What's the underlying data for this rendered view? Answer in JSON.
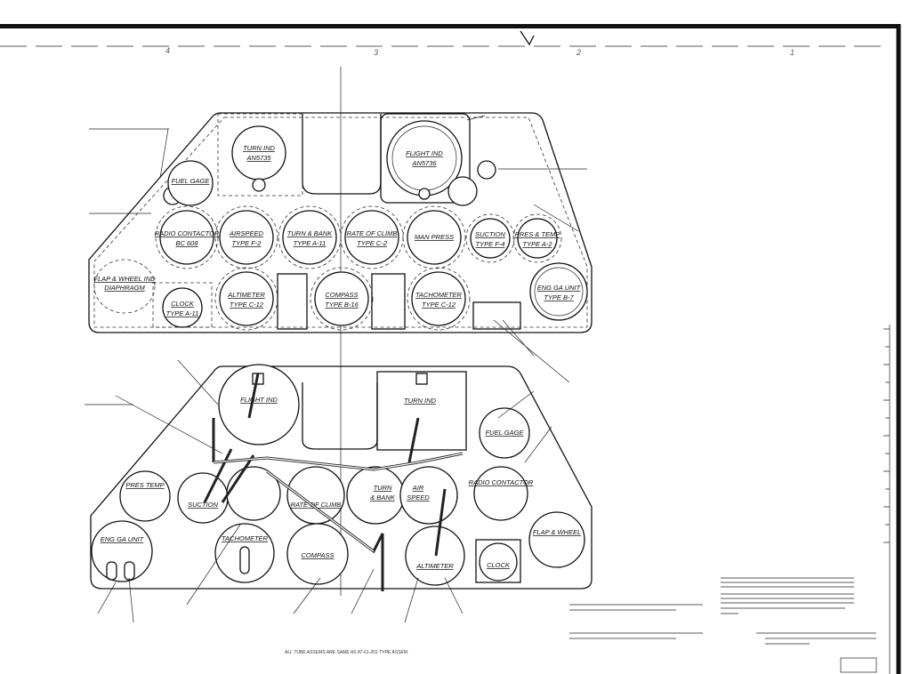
{
  "drawing": {
    "zones": [
      "4",
      "3",
      "2",
      "1"
    ],
    "upper_panel": {
      "turn_ind": [
        "TURN IND",
        "AN5735"
      ],
      "flight_ind": [
        "FLIGHT IND",
        "AN5736"
      ],
      "fuel_gage": "FUEL GAGE",
      "radio_contactor": [
        "RADIO CONTACTOR",
        "BC 608"
      ],
      "airspeed": [
        "AIRSPEED",
        "TYPE F-2"
      ],
      "turn_bank": [
        "TURN & BANK",
        "TYPE A-11"
      ],
      "rate_of_climb": [
        "RATE OF CLIMB",
        "TYPE C-2"
      ],
      "man_press": "MAN PRESS",
      "suction": [
        "SUCTION",
        "TYPE F-4"
      ],
      "press_temp": [
        "PRES & TEMP",
        "TYPE A-2"
      ],
      "flap_wheel": [
        "FLAP & WHEEL IND",
        "DIAPHRAGM"
      ],
      "clock": [
        "CLOCK",
        "TYPE A-11"
      ],
      "altimeter": [
        "ALTIMETER",
        "TYPE C-12"
      ],
      "compass": [
        "COMPASS",
        "TYPE B-16"
      ],
      "tachometer": [
        "TACHOMETER",
        "TYPE C-12"
      ],
      "eng_ga_unit": [
        "ENG GA UNIT",
        "TYPE B-7"
      ]
    },
    "lower_panel": {
      "flight_ind": "FLIGHT IND",
      "turn_ind": "TURN IND",
      "fuel_gage": "FUEL GAGE",
      "pres_temp": "PRES TEMP",
      "suction": "SUCTION",
      "rate_of_climb": "RATE OF CLIMB",
      "turn_bank": [
        "TURN",
        "& BANK"
      ],
      "air_speed": [
        "AIR",
        "SPEED"
      ],
      "radio_contactor": "RADIO CONTACTOR",
      "eng_ga_unit": "ENG GA UNIT",
      "tachometer": "TACHOMETER",
      "compass": "COMPASS",
      "altimeter": "ALTIMETER",
      "clock": "CLOCK",
      "flap_wheel": "FLAP & WHEEL"
    },
    "bottom_caption": "ALL TUBE ASSEMS ARE SAME AS 87-61-201 TYPE ASSEM."
  }
}
